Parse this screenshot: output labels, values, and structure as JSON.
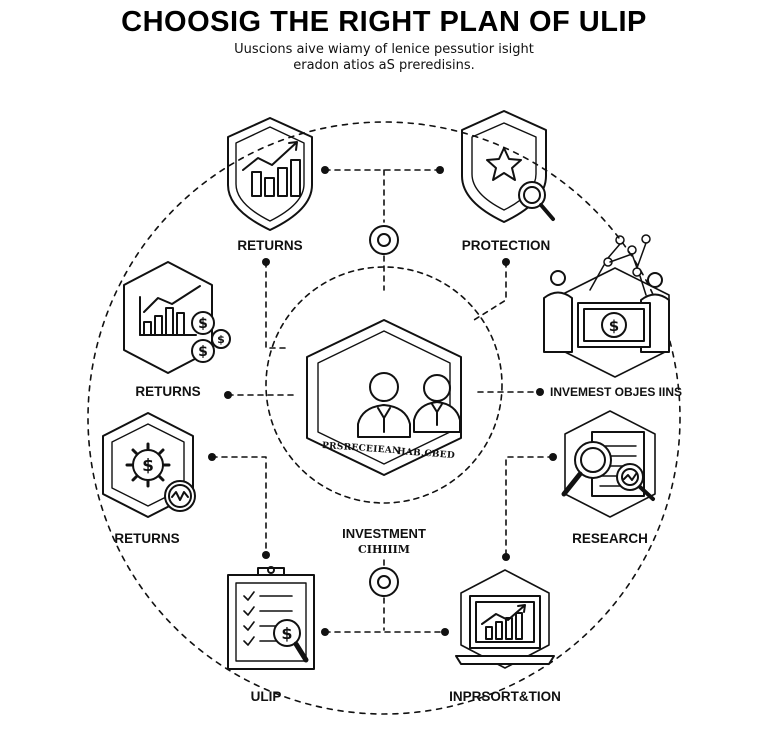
{
  "header": {
    "title": "CHOOSIG THE RIGHT PLAN OF ULIP",
    "subtitle_line1": "Uuscions aive wiamy of lenice pessutior isight",
    "subtitle_line2": "eradon atios aS preredisins."
  },
  "nodes": {
    "returns_top": "RETURNS",
    "protection": "PROTECTION",
    "returns_left": "RETURNS",
    "investment_objectives": "INVEMEST OBJES IINS",
    "returns_bottom_left": "RETURNS",
    "research": "RESEARCH",
    "ulip": "ULIP",
    "inprsortation": "INPRSORT&TION"
  },
  "center": {
    "caption_left": "PRSRECEIEAN",
    "caption_right": "HAB.CBED",
    "label": "INVESTMENT",
    "sublabel": "CIHIIIM"
  }
}
